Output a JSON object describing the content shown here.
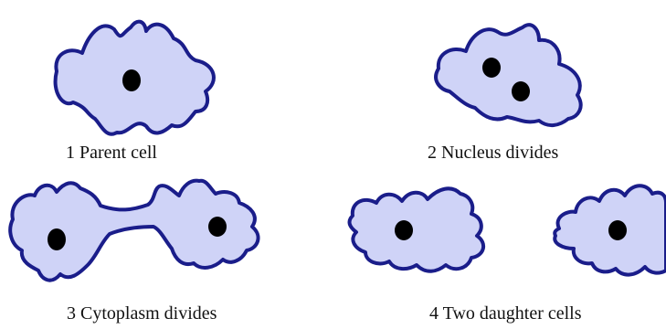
{
  "colors": {
    "cytoplasm": "#cfd3f7",
    "membrane": "#1a1d8a",
    "nucleus": "#000000"
  },
  "stages": [
    {
      "label": "1 Parent cell"
    },
    {
      "label": "2 Nucleus divides"
    },
    {
      "label": "3 Cytoplasm divides"
    },
    {
      "label": "4 Two daughter cells"
    }
  ]
}
